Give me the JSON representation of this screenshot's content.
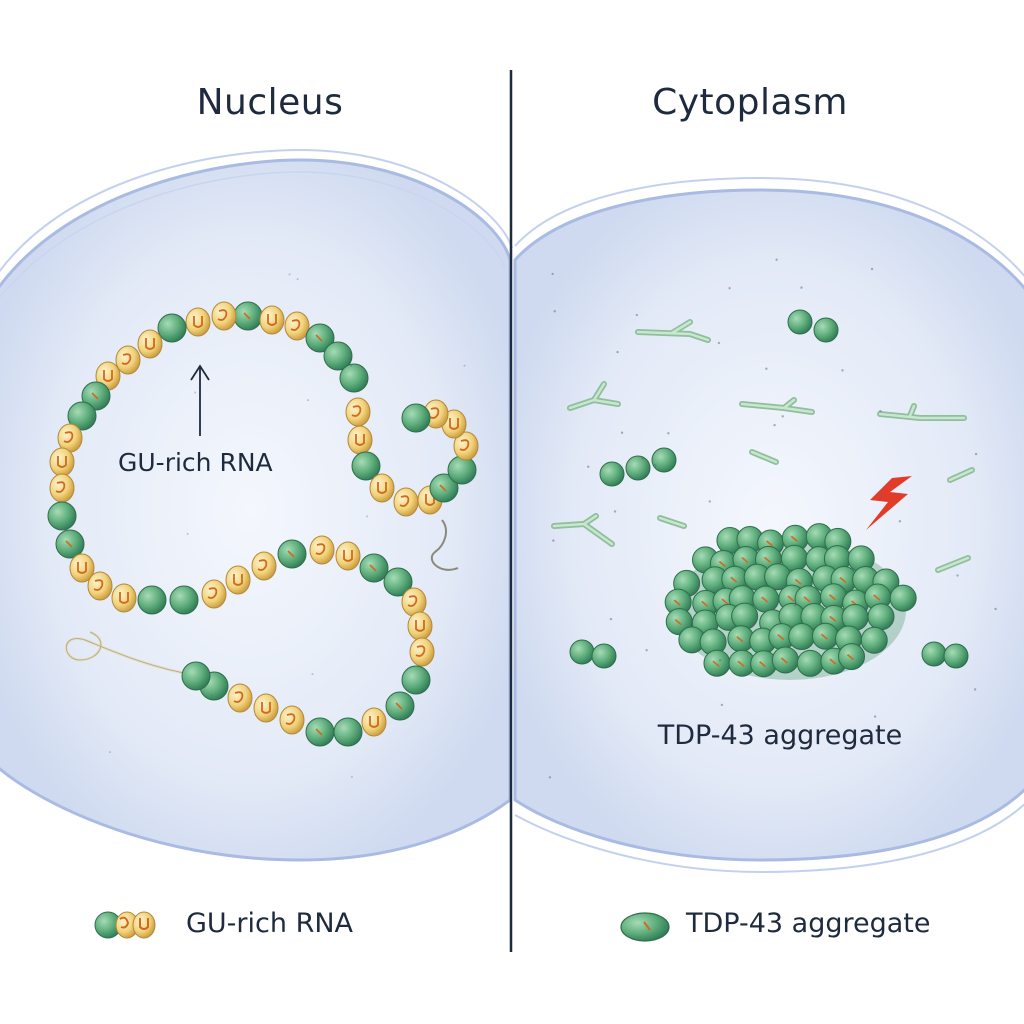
{
  "panels": {
    "left": {
      "title": "Nucleus",
      "label": "GU-rich RNA"
    },
    "right": {
      "title": "Cytoplasm",
      "label": "TDP-43 aggregate"
    }
  },
  "legend": {
    "items": [
      {
        "label": "GU-rich RNA",
        "icon": "gu-rna-bead-icon"
      },
      {
        "label": "TDP-43 aggregate",
        "icon": "tdp43-aggregate-icon"
      }
    ]
  },
  "colors": {
    "cell_fill": "#dfe7f6",
    "cell_edge": "#9fb2de",
    "green_bead": "#5fae7c",
    "yellow_bead": "#f0d27a",
    "bead_mark": "#d2691e",
    "divider": "#1e2a3e",
    "lightning": "#e23b2a",
    "text": "#1e2a3e"
  }
}
